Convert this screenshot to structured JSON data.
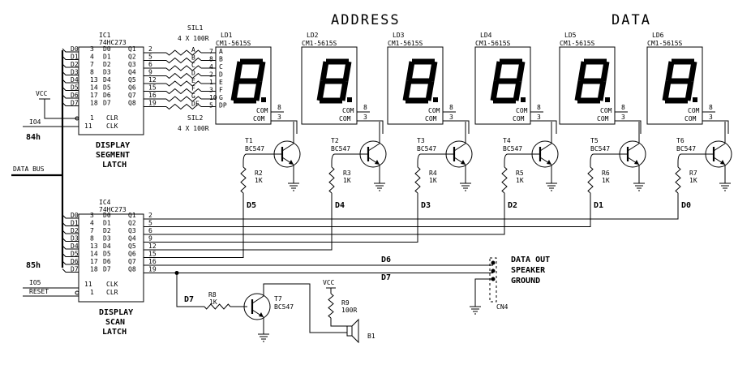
{
  "headings": {
    "address": "ADDRESS",
    "data": "DATA"
  },
  "ic1": {
    "ref": "IC1",
    "part": "74HC273",
    "label_lines": [
      "DISPLAY",
      "SEGMENT",
      "LATCH"
    ],
    "addr": "84h",
    "io": "IO4",
    "left_pins": [
      {
        "name": "D0",
        "num": "3"
      },
      {
        "name": "D1",
        "num": "4"
      },
      {
        "name": "D2",
        "num": "7"
      },
      {
        "name": "D3",
        "num": "8"
      },
      {
        "name": "D4",
        "num": "13"
      },
      {
        "name": "D5",
        "num": "14"
      },
      {
        "name": "D6",
        "num": "17"
      },
      {
        "name": "D7",
        "num": "18"
      }
    ],
    "out_pins": [
      {
        "name": "Q1",
        "num": "2"
      },
      {
        "name": "Q2",
        "num": "5"
      },
      {
        "name": "Q3",
        "num": "6"
      },
      {
        "name": "Q4",
        "num": "9"
      },
      {
        "name": "Q5",
        "num": "12"
      },
      {
        "name": "Q6",
        "num": "15"
      },
      {
        "name": "Q7",
        "num": "16"
      },
      {
        "name": "Q8",
        "num": "19"
      }
    ],
    "ctrl": [
      {
        "name": "CLR",
        "num": "1"
      },
      {
        "name": "CLK",
        "num": "11"
      }
    ]
  },
  "sil": {
    "sil1_ref": "SIL1",
    "sil1_value": "4 X 100R",
    "sil2_ref": "SIL2",
    "sil2_value": "4 X 100R",
    "pins": [
      {
        "letter": "A",
        "num": "7"
      },
      {
        "letter": "B",
        "num": "8"
      },
      {
        "letter": "C",
        "num": "4"
      },
      {
        "letter": "D",
        "num": "2"
      },
      {
        "letter": "E",
        "num": "1"
      },
      {
        "letter": "F",
        "num": "3"
      },
      {
        "letter": "G",
        "num": "10"
      },
      {
        "letter": "DF",
        "num": "5"
      }
    ]
  },
  "vcc": "VCC",
  "data_bus": "DATA BUS",
  "displays": [
    {
      "ref": "LD1",
      "part": "CM1-5615S"
    },
    {
      "ref": "LD2",
      "part": "CM1-5615S"
    },
    {
      "ref": "LD3",
      "part": "CM1-5615S"
    },
    {
      "ref": "LD4",
      "part": "CM1-5615S"
    },
    {
      "ref": "LD5",
      "part": "CM1-5615S"
    },
    {
      "ref": "LD6",
      "part": "CM1-5615S"
    }
  ],
  "seg_letters": [
    "A",
    "B",
    "C",
    "D",
    "E",
    "F",
    "G",
    "DP"
  ],
  "com": {
    "label": "COM",
    "pin_a": "8",
    "pin_b": "3"
  },
  "transistors": [
    {
      "ref": "T1",
      "type": "BC547",
      "res": "R2",
      "val": "1K",
      "data": "D5"
    },
    {
      "ref": "T2",
      "type": "BC547",
      "res": "R3",
      "val": "1K",
      "data": "D4"
    },
    {
      "ref": "T3",
      "type": "BC547",
      "res": "R4",
      "val": "1K",
      "data": "D3"
    },
    {
      "ref": "T4",
      "type": "BC547",
      "res": "R5",
      "val": "1K",
      "data": "D2"
    },
    {
      "ref": "T5",
      "type": "BC547",
      "res": "R6",
      "val": "1K",
      "data": "D1"
    },
    {
      "ref": "T6",
      "type": "BC547",
      "res": "R7",
      "val": "1K",
      "data": "D0"
    }
  ],
  "ic4": {
    "ref": "IC4",
    "part": "74HC273",
    "label_lines": [
      "DISPLAY",
      "SCAN",
      "LATCH"
    ],
    "addr": "85h",
    "io": "IO5",
    "reset": "RESET",
    "left_pins": [
      {
        "name": "D0",
        "num": "3"
      },
      {
        "name": "D1",
        "num": "4"
      },
      {
        "name": "D2",
        "num": "7"
      },
      {
        "name": "D3",
        "num": "8"
      },
      {
        "name": "D4",
        "num": "13"
      },
      {
        "name": "D5",
        "num": "14"
      },
      {
        "name": "D6",
        "num": "17"
      },
      {
        "name": "D7",
        "num": "18"
      }
    ],
    "out_pins": [
      {
        "name": "Q1",
        "num": "2"
      },
      {
        "name": "Q2",
        "num": "5"
      },
      {
        "name": "Q3",
        "num": "6"
      },
      {
        "name": "Q4",
        "num": "9"
      },
      {
        "name": "Q5",
        "num": "12"
      },
      {
        "name": "Q6",
        "num": "15"
      },
      {
        "name": "Q7",
        "num": "16"
      },
      {
        "name": "Q8",
        "num": "19"
      }
    ],
    "ctrl": [
      {
        "name": "CLK",
        "num": "11"
      },
      {
        "name": "CLR",
        "num": "1"
      }
    ]
  },
  "lines": {
    "d6": "D6",
    "d7": "D7"
  },
  "connector": {
    "ref": "CN4",
    "labels": [
      "DATA OUT",
      "SPEAKER",
      "GROUND"
    ]
  },
  "speaker_circuit": {
    "d7": "D7",
    "r8": "R8",
    "r8_val": "1K",
    "t7": "T7",
    "t7_type": "BC547",
    "vcc": "VCC",
    "r9": "R9",
    "r9_val": "100R",
    "b1": "B1"
  }
}
